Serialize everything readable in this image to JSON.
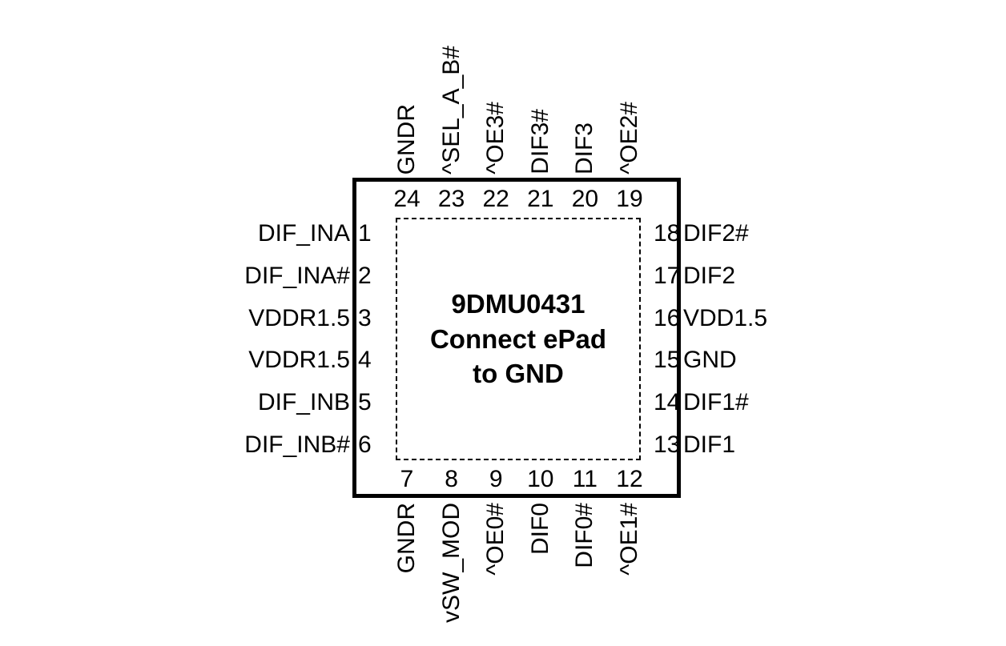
{
  "part": {
    "name": "9DMU0431",
    "note_line1": "Connect ePad",
    "note_line2": "to GND"
  },
  "pins": {
    "left": [
      {
        "number": "1",
        "label": "DIF_INA"
      },
      {
        "number": "2",
        "label": "DIF_INA#"
      },
      {
        "number": "3",
        "label": "VDDR1.5"
      },
      {
        "number": "4",
        "label": "VDDR1.5"
      },
      {
        "number": "5",
        "label": "DIF_INB"
      },
      {
        "number": "6",
        "label": "DIF_INB#"
      }
    ],
    "bottom": [
      {
        "number": "7",
        "label": "GNDR"
      },
      {
        "number": "8",
        "label": "vSW_MOD"
      },
      {
        "number": "9",
        "label": "^OE0#"
      },
      {
        "number": "10",
        "label": "DIF0"
      },
      {
        "number": "11",
        "label": "DIF0#"
      },
      {
        "number": "12",
        "label": "^OE1#"
      }
    ],
    "right": [
      {
        "number": "13",
        "label": "DIF1"
      },
      {
        "number": "14",
        "label": "DIF1#"
      },
      {
        "number": "15",
        "label": "GND"
      },
      {
        "number": "16",
        "label": "VDD1.5"
      },
      {
        "number": "17",
        "label": "DIF2"
      },
      {
        "number": "18",
        "label": "DIF2#"
      }
    ],
    "top": [
      {
        "number": "19",
        "label": "^OE2#"
      },
      {
        "number": "20",
        "label": "DIF3"
      },
      {
        "number": "21",
        "label": "DIF3#"
      },
      {
        "number": "22",
        "label": "^OE3#"
      },
      {
        "number": "23",
        "label": "^SEL_A_B#"
      },
      {
        "number": "24",
        "label": "GNDR"
      }
    ]
  },
  "display": {
    "top_numbers": [
      "24",
      "23",
      "22",
      "21",
      "20",
      "19"
    ],
    "top_labels": [
      "GNDR",
      "^SEL_A_B#",
      "^OE3#",
      "DIF3#",
      "DIF3",
      "^OE2#"
    ],
    "bottom_numbers": [
      "7",
      "8",
      "9",
      "10",
      "11",
      "12"
    ],
    "bottom_labels": [
      "GNDR",
      "vSW_MOD",
      "^OE0#",
      "DIF0",
      "DIF0#",
      "^OE1#"
    ],
    "left_numbers": [
      "1",
      "2",
      "3",
      "4",
      "5",
      "6"
    ],
    "left_labels": [
      "DIF_INA",
      "DIF_INA#",
      "VDDR1.5",
      "VDDR1.5",
      "DIF_INB",
      "DIF_INB#"
    ],
    "right_numbers": [
      "18",
      "17",
      "16",
      "15",
      "14",
      "13"
    ],
    "right_labels": [
      "DIF2#",
      "DIF2",
      "VDD1.5",
      "GND",
      "DIF1#",
      "DIF1"
    ]
  },
  "colors": {
    "outline": "#000000",
    "epad": "#000000",
    "text": "#000000",
    "background": "#ffffff"
  }
}
